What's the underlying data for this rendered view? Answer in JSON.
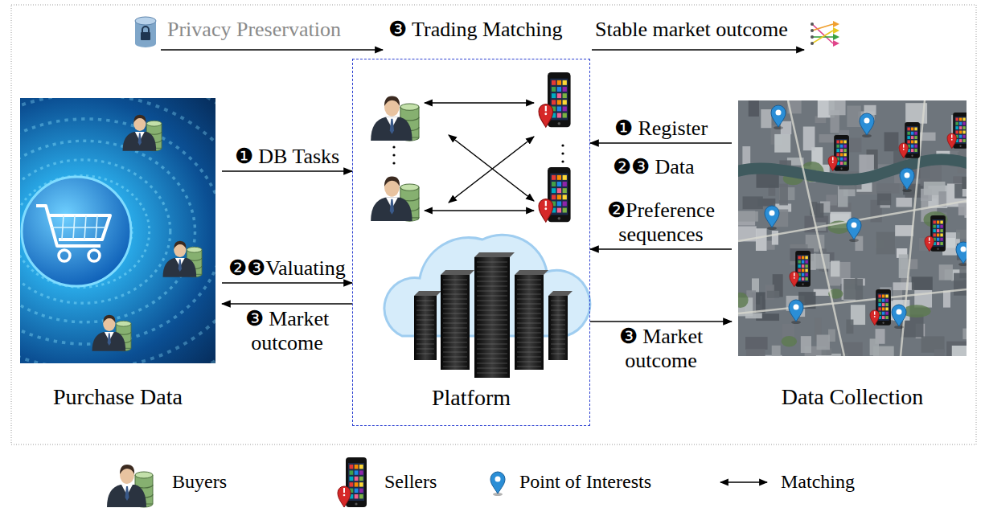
{
  "diagram": {
    "nodes": [
      {
        "text": [
          "Purchase Data"
        ]
      },
      {
        "text": [
          "Platform"
        ]
      },
      {
        "text": [
          "Data Collection"
        ]
      }
    ],
    "edges": [
      {
        "from": 0,
        "to": 1,
        "arrow": "to",
        "label": "❶ DB Tasks"
      },
      {
        "from": 0,
        "to": 1,
        "arrow": "to",
        "label": "❷❸Valuating"
      },
      {
        "from": 1,
        "to": 0,
        "arrow": "to",
        "label": "❸ Market outcome"
      },
      {
        "from": 2,
        "to": 1,
        "arrow": "to",
        "label": "❶ Register"
      },
      {
        "from": 2,
        "to": 1,
        "arrow": "to",
        "label": "❷Preference sequences"
      },
      {
        "from": 1,
        "to": 2,
        "arrow": "to",
        "label": "❸ Market outcome"
      }
    ],
    "labels": [
      "Privacy Preservation",
      "❸ Trading Matching",
      "Stable market outcome",
      "❷❸ Data"
    ],
    "legend": [
      {
        "text": "Buyers"
      },
      {
        "text": "Sellers"
      },
      {
        "text": "Point of Interests"
      },
      {
        "text": "Matching"
      }
    ]
  }
}
